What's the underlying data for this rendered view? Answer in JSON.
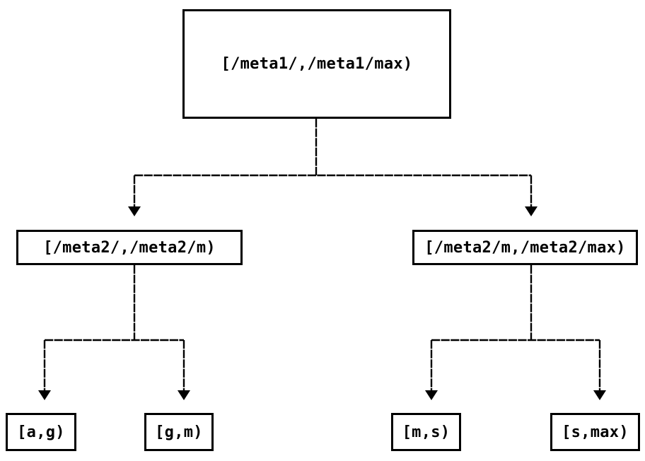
{
  "diagram": {
    "type": "binary-interval-tree",
    "background_color": "#ffffff",
    "line_color": "#000000",
    "text_color": "#000000",
    "nodes": {
      "root": {
        "label": "[/meta1/,/meta1/max)"
      },
      "l2_left": {
        "label": "[/meta2/,/meta2/m)"
      },
      "l2_right": {
        "label": "[/meta2/m,/meta2/max)"
      },
      "leaf_ag": {
        "label": "[a,g)"
      },
      "leaf_gm": {
        "label": "[g,m)"
      },
      "leaf_ms": {
        "label": "[m,s)"
      },
      "leaf_smax": {
        "label": "[s,max)"
      }
    },
    "edges": [
      {
        "from": "root",
        "to": "l2_left"
      },
      {
        "from": "root",
        "to": "l2_right"
      },
      {
        "from": "l2_left",
        "to": "leaf_ag"
      },
      {
        "from": "l2_left",
        "to": "leaf_gm"
      },
      {
        "from": "l2_right",
        "to": "leaf_ms"
      },
      {
        "from": "l2_right",
        "to": "leaf_smax"
      }
    ]
  }
}
